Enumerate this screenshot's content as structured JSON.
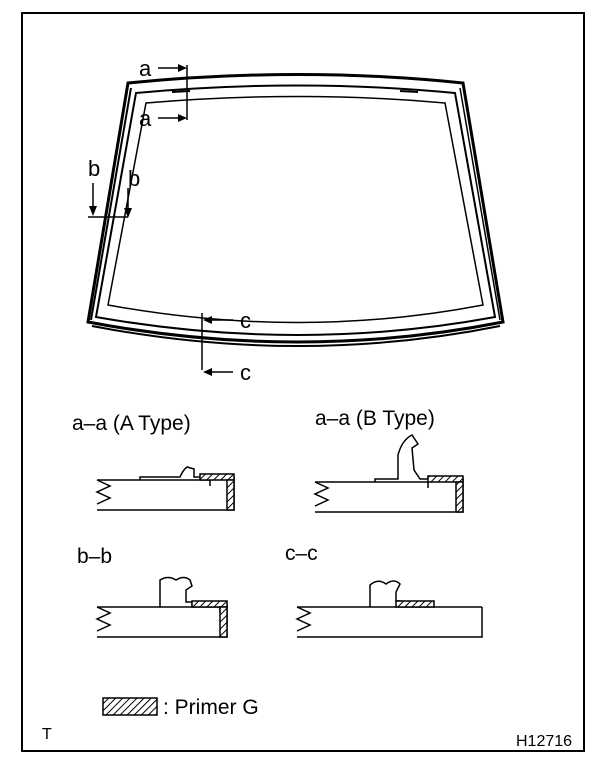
{
  "callouts": {
    "a_top": "a",
    "a_bottom": "a",
    "b_left": "b",
    "b_right": "b",
    "c_top": "c",
    "c_bottom": "c"
  },
  "sections": {
    "aa_a": "a–a (A Type)",
    "aa_b": "a–a (B Type)",
    "bb": "b–b",
    "cc": "c–c"
  },
  "legend": {
    "label": ":  Primer G"
  },
  "corner_left": "T",
  "figure_code": "H12716"
}
